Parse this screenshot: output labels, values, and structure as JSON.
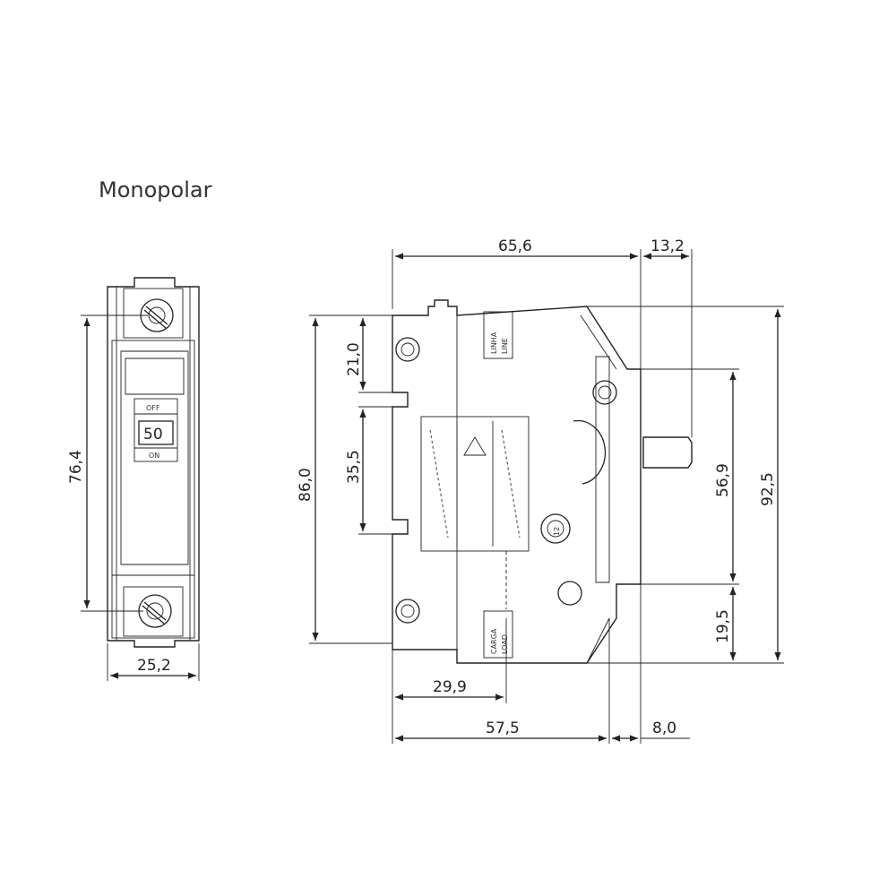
{
  "title": "Monopolar",
  "front_view": {
    "rating_label": "50",
    "off_label": "OFF",
    "on_label": "ON",
    "dimensions": {
      "height": "76,4",
      "width": "25,2"
    }
  },
  "side_view": {
    "terminal_line_label": [
      "LINHA",
      "LINE"
    ],
    "terminal_load_label": [
      "CARGA",
      "LOAD"
    ],
    "dial_number": "12",
    "dimensions": {
      "top_width": "65,6",
      "handle_extension": "13,2",
      "upper_mount": "21,0",
      "rail_gap": "35,5",
      "body_height": "86,0",
      "overall_height": "92,5",
      "handle_zone": "56,9",
      "lower_offset": "19,5",
      "depth_to_rail": "29,9",
      "base_depth": "57,5",
      "handle_depth": "8,0"
    }
  }
}
